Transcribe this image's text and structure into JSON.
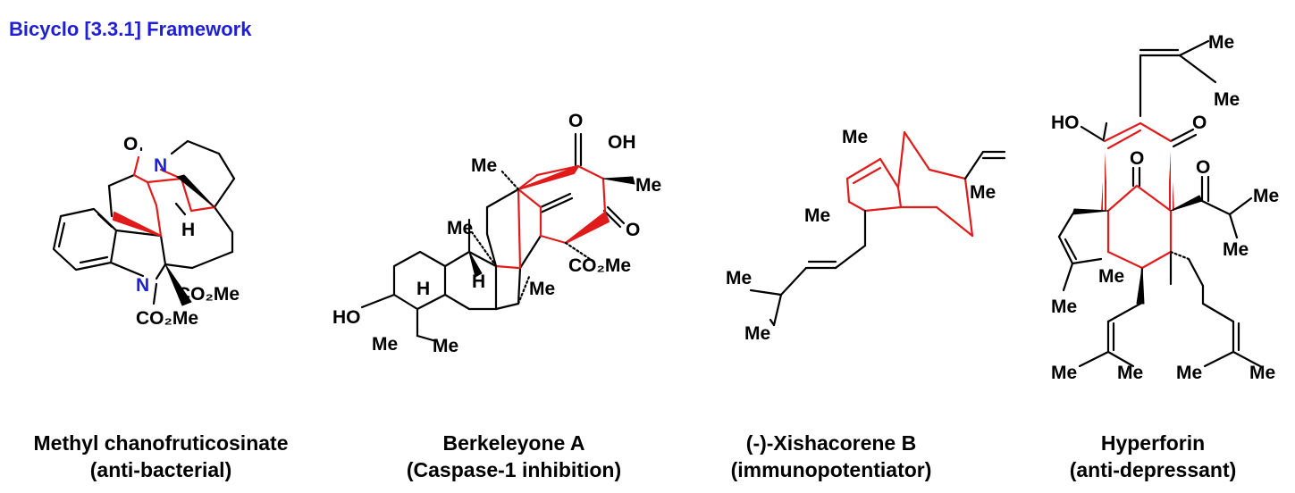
{
  "header": {
    "title": "Bicyclo [3.3.1] Framework"
  },
  "colors": {
    "title": "#1f1fd6",
    "highlight": "#e01b1b",
    "nitrogen": "#1f1fd6"
  },
  "compounds": [
    {
      "name": "Methyl chanofruticosinate",
      "activity": "(anti-bacterial)",
      "atoms": {
        "o": "O",
        "n1": "N",
        "n2": "N",
        "h": "H",
        "co2me_a": "CO₂Me",
        "co2me_b": "CO₂Me"
      }
    },
    {
      "name": "Berkeleyone A",
      "activity": "(Caspase-1 inhibition)",
      "atoms": {
        "o_top": "O",
        "oh": "OH",
        "me_bridge": "Me",
        "me_right": "Me",
        "o_right": "O",
        "me_ring": "Me",
        "co2me": "CO₂Me",
        "h1": "H",
        "h2": "H",
        "me_low": "Me",
        "ho": "HO",
        "me_a": "Me",
        "me_b": "Me"
      }
    },
    {
      "name": "(-)-Xishacorene B",
      "activity": "(immunopotentiator)",
      "atoms": {
        "me_top": "Me",
        "me_right": "Me",
        "me_left": "Me",
        "me_tail1": "Me",
        "me_tail2": "Me"
      }
    },
    {
      "name": "Hyperforin",
      "activity": "(anti-depressant)",
      "atoms": {
        "me_top1": "Me",
        "me_top2": "Me",
        "ho": "HO",
        "o_enone": "O",
        "o_mid": "O",
        "o_acyl": "O",
        "me_ip1": "Me",
        "me_ip2": "Me",
        "me_l1": "Me",
        "me_l2": "Me",
        "me_b1": "Me",
        "me_b2": "Me",
        "me_b3": "Me",
        "me_b4": "Me"
      }
    }
  ]
}
